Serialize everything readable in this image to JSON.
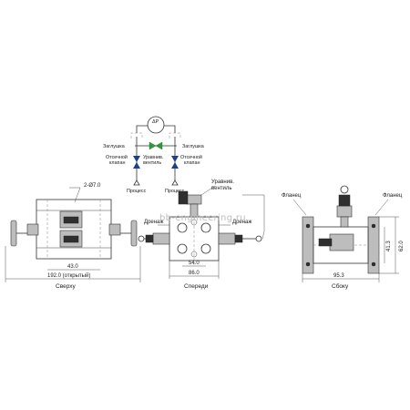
{
  "schematic": {
    "plug_left": "Заглушка",
    "plug_right": "Заглушка",
    "block_valve_left": "Отсечной\nклапан",
    "block_valve_right": "Отсечной\nклапан",
    "equalizing_valve": "Уравнив.\nвентиль",
    "process_left": "Процесс",
    "process_right": "Процесс",
    "gauge_symbol": "ΔP"
  },
  "top_view": {
    "hole_label": "2-Ø7.0",
    "dim_43": "43.0",
    "dim_192": "192.0 (открытый)",
    "caption": "Сверху"
  },
  "front_view": {
    "equalizing_valve": "Уравнив.\nвентиль",
    "drain_left": "Дренаж",
    "drain_right": "Дренаж",
    "dim_54": "54.0",
    "dim_86": "86.0",
    "caption": "Спереди"
  },
  "side_view": {
    "flange_left": "Фланец",
    "flange_right": "Фланец",
    "dim_413": "41.3",
    "dim_620": "62.0",
    "dim_953": "95.3",
    "caption": "Сбоку"
  },
  "watermark": "bb-engineering.ru",
  "colors": {
    "valve_blue": "#1e3f8f",
    "valve_green": "#2e9a3a",
    "line": "#333333"
  }
}
